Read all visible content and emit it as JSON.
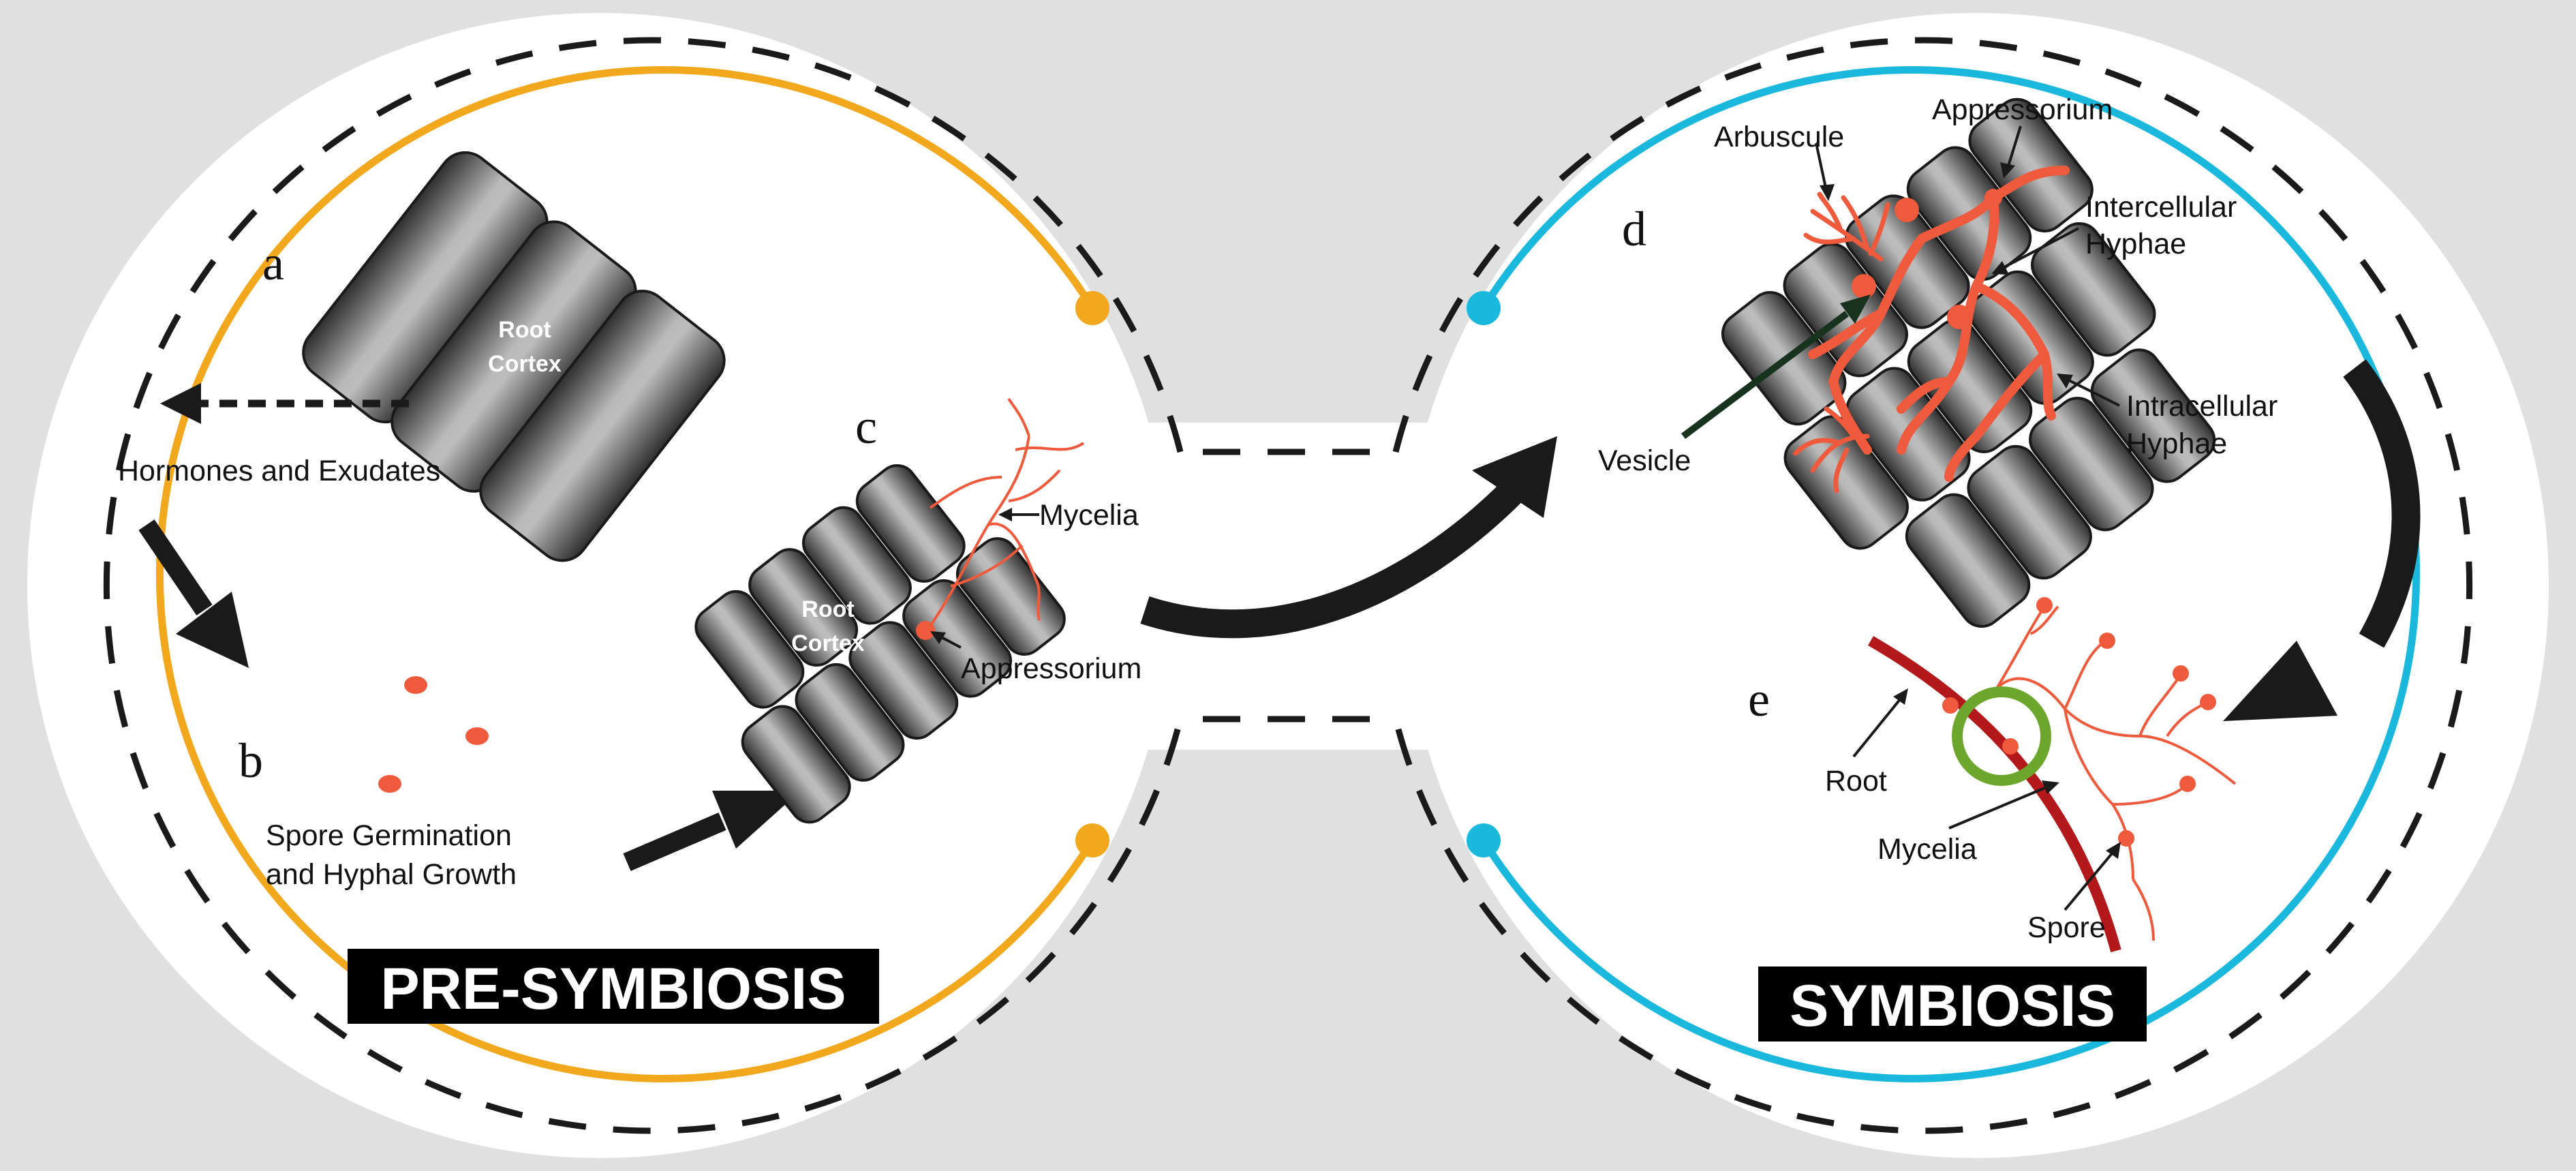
{
  "panel_letters": {
    "a": "a",
    "b": "b",
    "c": "c",
    "d": "d",
    "e": "e"
  },
  "pre": {
    "title": "PRE-SYMBIOSIS",
    "hormones_label": "Hormones and Exudates",
    "spore_label_line1": "Spore Germination",
    "spore_label_line2": "and Hyphal Growth",
    "root_line1": "Root",
    "root_line2": "Cortex",
    "mycelia_label": "Mycelia",
    "appressorium_label": "Appressorium"
  },
  "sym": {
    "title": "SYMBIOSIS",
    "arbuscule_label": "Arbuscule",
    "appressorium_label": "Appressorium",
    "intercellular_line1": "Intercellular",
    "intercellular_line2": "Hyphae",
    "intracellular_line1": "Intracellular",
    "intracellular_line2": "Hyphae",
    "vesicle_label": "Vesicle",
    "root_label": "Root",
    "mycelia_label": "Mycelia",
    "spore_label": "Spore"
  },
  "colors": {
    "background": "#e0e0e0",
    "pre_ring": "#f2a81d",
    "sym_ring": "#1ab8dc",
    "hyphae": "#ef5a3c",
    "root": "#b3191b",
    "ring_highlight": "#6da62c",
    "arrow": "#1a1a1a"
  }
}
